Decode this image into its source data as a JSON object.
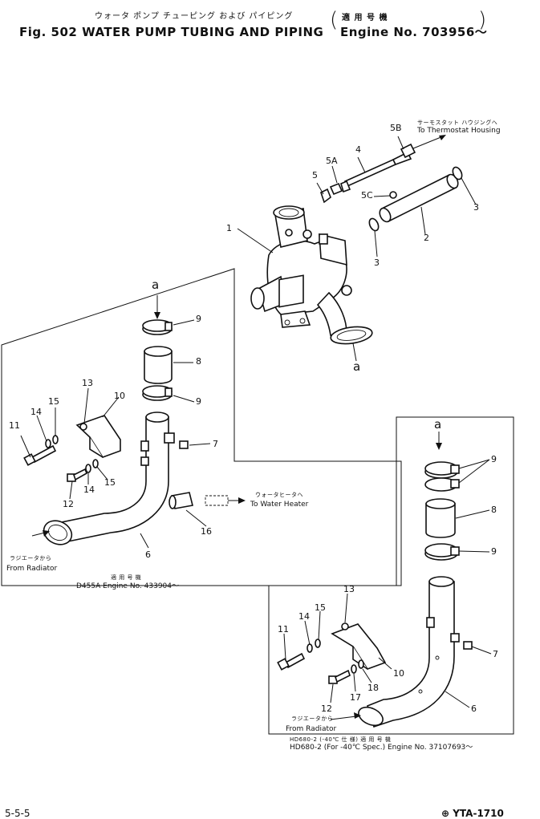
{
  "header": {
    "title_jp": "ウォータ ポンプ チューピング および パイピング",
    "title": "Fig. 502   WATER PUMP TUBING AND PIPING",
    "applicable_jp": "適 用 号 機",
    "applicable": "Engine No. 703956～",
    "bracket_open": "(",
    "bracket_close": ")"
  },
  "top_assembly": {
    "labels": [
      "1",
      "2",
      "3",
      "3",
      "4",
      "5",
      "5A",
      "5B",
      "5C",
      "a"
    ],
    "to_thermostat_jp": "サーモスタット ハウジングへ",
    "to_thermostat": "To Thermostat Housing"
  },
  "left_assembly": {
    "labels": [
      "a",
      "9",
      "8",
      "9",
      "13",
      "10",
      "15",
      "14",
      "11",
      "7",
      "12",
      "14",
      "15",
      "16",
      "6"
    ],
    "to_water_heater_jp": "ウォータヒータヘ",
    "to_water_heater": "To Water Heater",
    "from_radiator_jp": "ラジエータから",
    "from_radiator": "From Radiator",
    "model_jp": "適 用 号 機",
    "model": "D455A   Engine No. 433904～"
  },
  "right_assembly": {
    "labels": [
      "a",
      "9",
      "8",
      "9",
      "13",
      "15",
      "14",
      "11",
      "10",
      "7",
      "17",
      "18",
      "12",
      "6"
    ],
    "from_radiator_jp": "ラジエータから",
    "from_radiator": "From Radiator",
    "model_line1": "HD680-2    (-40℃ 仕 様)           適 用 号 機",
    "model_line2": "HD680-2 (For -40℃ Spec.) Engine No. 37107693～"
  },
  "footer": {
    "page": "5-5-5",
    "code": "⊕ YTA-1710"
  }
}
